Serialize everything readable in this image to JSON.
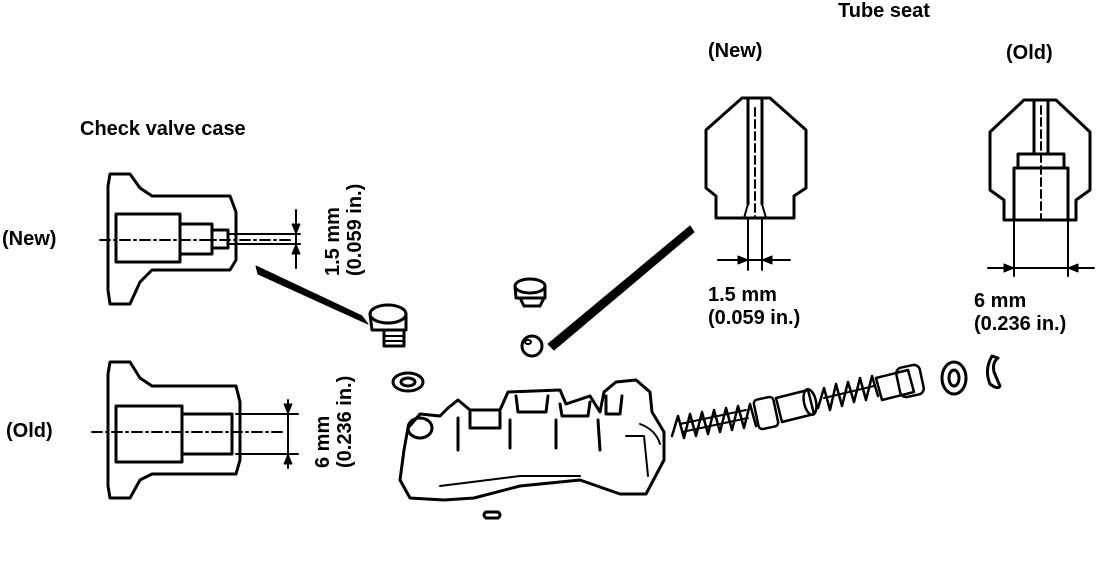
{
  "labels": {
    "check_valve_case": "Check valve case",
    "tube_seat": "Tube seat",
    "cv_new": "(New)",
    "cv_old": "(Old)",
    "ts_new": "(New)",
    "ts_old": "(Old)",
    "cv_new_dim": "1.5 mm\n(0.059 in.)",
    "cv_old_dim": "6 mm\n(0.236 in.)",
    "ts_new_dim": "1.5 mm\n(0.059 in.)",
    "ts_old_dim": "6 mm\n(0.236 in.)"
  }
}
